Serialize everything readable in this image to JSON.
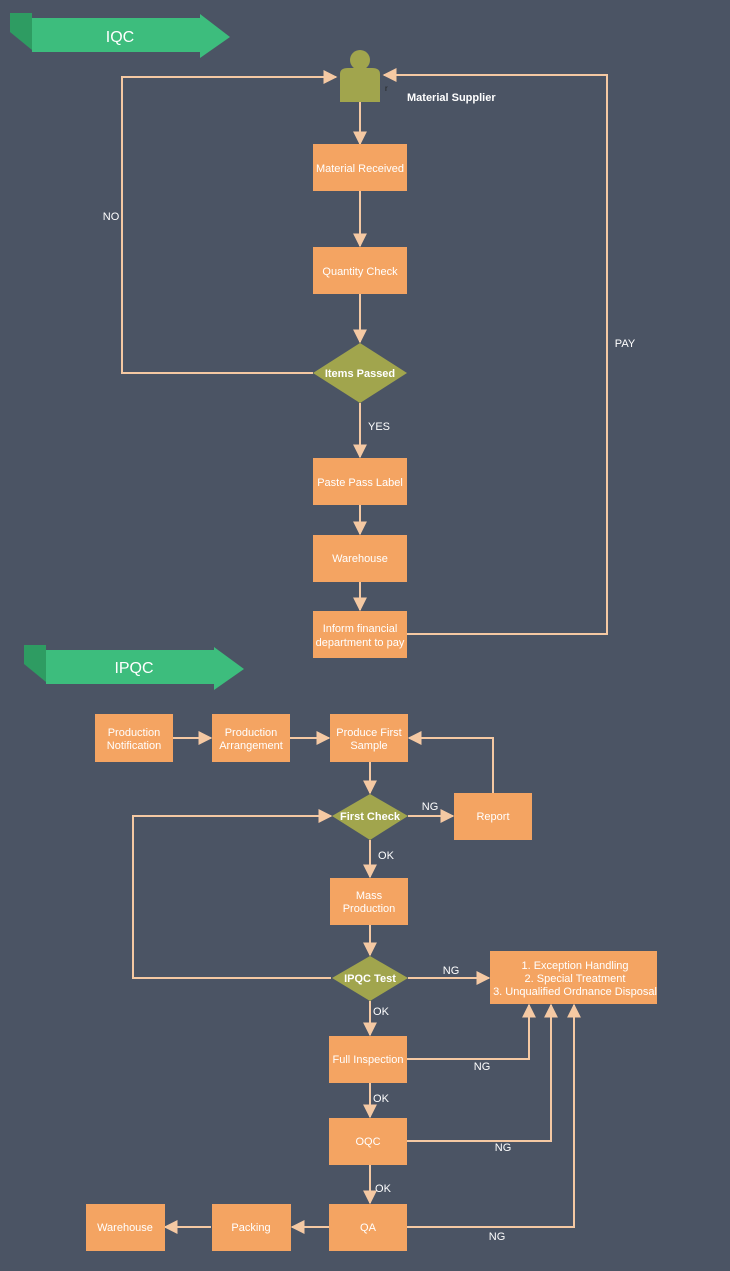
{
  "banners": {
    "iqc": "IQC",
    "ipqc": "IPQC"
  },
  "iqc": {
    "supplier": "Material Supplier",
    "supplier_mark": "r",
    "material_received": "Material Received",
    "quantity_check": "Quantity Check",
    "items_passed": "Items Passed",
    "paste_pass_label": "Paste Pass Label",
    "warehouse": "Warehouse",
    "inform_financial": [
      "Inform financial",
      "department to pay"
    ],
    "edge_no": "NO",
    "edge_yes": "YES",
    "edge_pay": "PAY"
  },
  "ipqc": {
    "production_notification": [
      "Production",
      "Notification"
    ],
    "production_arrangement": [
      "Production",
      "Arrangement"
    ],
    "produce_first_sample": [
      "Produce First",
      "Sample"
    ],
    "first_check": "First Check",
    "report": "Report",
    "mass_production": [
      "Mass",
      "Production"
    ],
    "ipqc_test": "IPQC Test",
    "exception_box": [
      "1. Exception Handling",
      "2. Special Treatment",
      "3. Unqualified Ordnance Disposal"
    ],
    "full_inspection": "Full Inspection",
    "oqc": "OQC",
    "qa": "QA",
    "packing": "Packing",
    "warehouse": "Warehouse",
    "edge_ng": "NG",
    "edge_ok": "OK"
  },
  "colors": {
    "background": "#4b5464",
    "process_box": "#f4a462",
    "decision": "#a1a54d",
    "connector": "#f5c9a3",
    "banner": "#3dbd7d",
    "banner_tab": "#2e9c62",
    "supplier_icon": "#a1a54d"
  },
  "icons": {
    "supplier": "person-icon"
  }
}
